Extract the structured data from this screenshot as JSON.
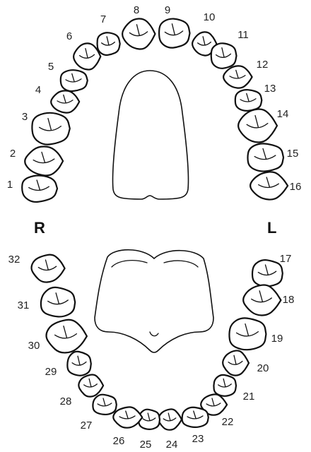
{
  "side_labels": {
    "right": "R",
    "left": "L"
  },
  "upper_teeth": [
    "1",
    "2",
    "3",
    "4",
    "5",
    "6",
    "7",
    "8",
    "9",
    "10",
    "11",
    "12",
    "13",
    "14",
    "15",
    "16"
  ],
  "lower_teeth": [
    "17",
    "18",
    "19",
    "20",
    "21",
    "22",
    "23",
    "24",
    "25",
    "26",
    "27",
    "28",
    "29",
    "30",
    "31",
    "32"
  ],
  "colors": {
    "outline": "#111111",
    "fill": "#ffffff",
    "text": "#222222"
  }
}
